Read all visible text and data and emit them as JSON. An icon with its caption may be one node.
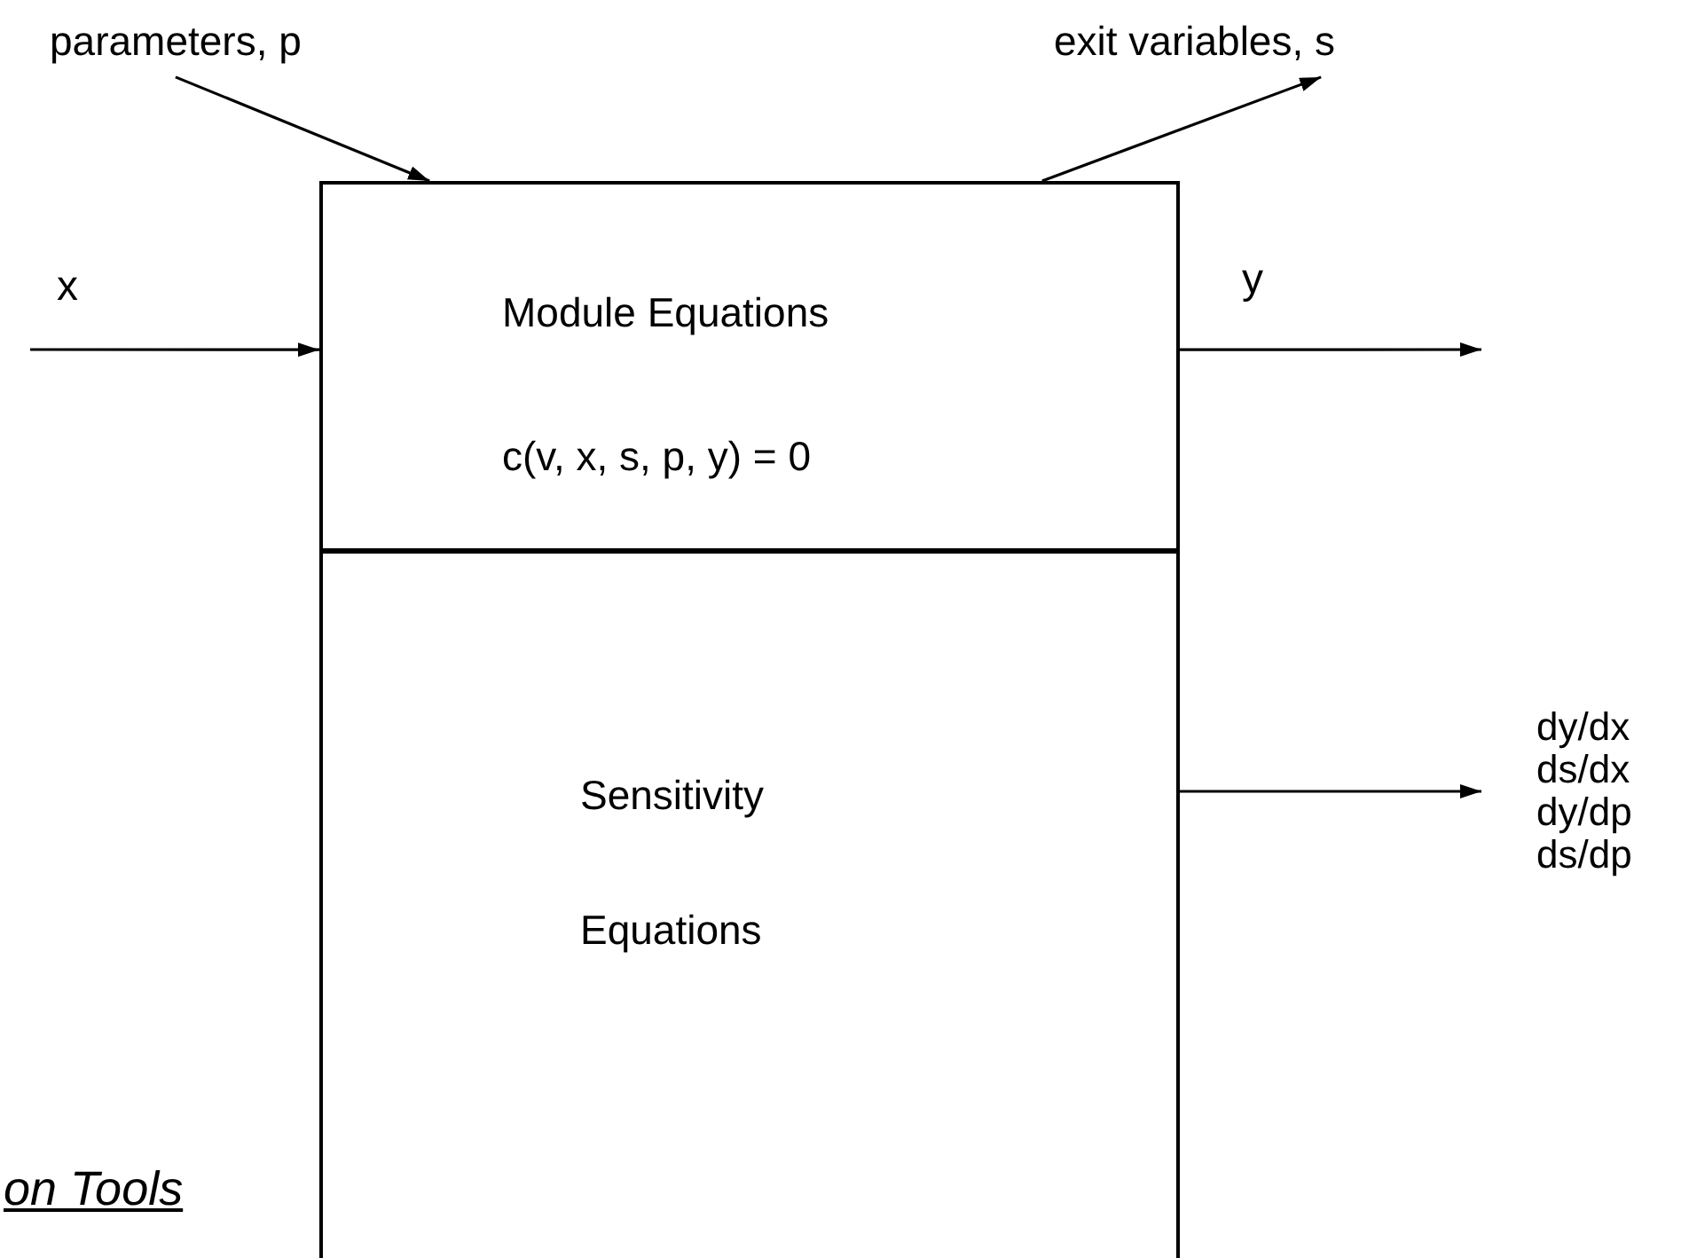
{
  "diagram": {
    "nodes": [
      {
        "text": [
          "Module Equations",
          "c(v, x, s, p, y) = 0"
        ]
      },
      {
        "text": [
          "Sensitivity Equations"
        ]
      },
      {
        "text": [
          "parameters, p"
        ]
      },
      {
        "text": [
          "exit variables, s"
        ]
      },
      {
        "text": [
          "dy/dx ds/dx dy/dp ds/dp"
        ]
      }
    ],
    "edges": [
      {
        "from": 2,
        "to": 0,
        "arrow": "to"
      },
      {
        "from": 0,
        "to": 3,
        "arrow": "to"
      },
      {
        "from": null,
        "to": 0,
        "arrow": "to",
        "label": "x"
      },
      {
        "from": 0,
        "to": null,
        "arrow": "to",
        "label": "y"
      },
      {
        "from": 1,
        "to": 4,
        "arrow": "to"
      }
    ],
    "labels": [
      "on Tools"
    ]
  }
}
